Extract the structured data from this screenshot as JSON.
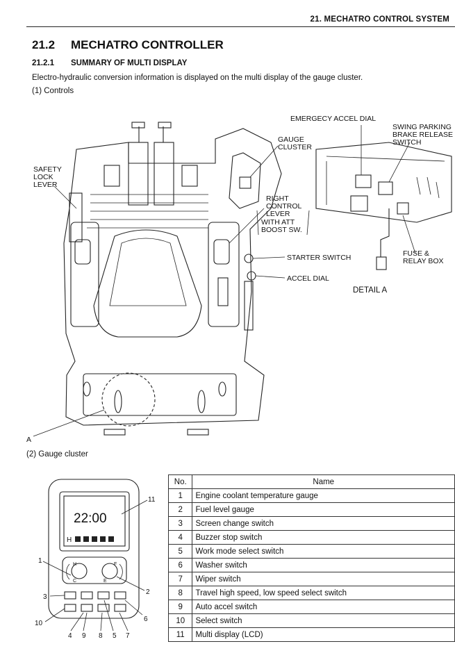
{
  "header": {
    "chapter_title": "21. MECHATRO CONTROL SYSTEM"
  },
  "section": {
    "number": "21.2",
    "title": "MECHATRO CONTROLLER"
  },
  "subsection": {
    "number": "21.2.1",
    "title": "SUMMARY OF MULTI DISPLAY"
  },
  "intro": "Electro-hydraulic conversion information is displayed on the multi display of the gauge cluster.",
  "controls_heading": "(1) Controls",
  "controls_figure": {
    "labels": {
      "emergency_accel_dial": "EMERGECY ACCEL DIAL",
      "swing_parking_1": "SWING PARKING",
      "swing_parking_2": "BRAKE RELEASE",
      "swing_parking_3": "SWITCH",
      "gauge_cluster_1": "GAUGE",
      "gauge_cluster_2": "CLUSTER",
      "safety_1": "SAFETY",
      "safety_2": "LOCK",
      "safety_3": "LEVER",
      "right_1": "RIGHT",
      "right_2": "CONTROL",
      "right_3": "LEVER",
      "right_4": "WITH ATT",
      "right_5": "BOOST SW.",
      "starter_switch": "STARTER SWITCH",
      "accel_dial": "ACCEL DIAL",
      "fuse_1": "FUSE &",
      "fuse_2": "RELAY BOX",
      "detail_a": "DETAIL A",
      "a_marker": "A"
    }
  },
  "gauge_heading": "(2) Gauge cluster",
  "gauge_figure": {
    "lcd_time": "22:00",
    "lcd_mode": "H",
    "gauge_h": "H",
    "gauge_c": "C",
    "gauge_f": "F",
    "gauge_e": "E",
    "callouts": [
      "1",
      "2",
      "3",
      "4",
      "5",
      "6",
      "7",
      "8",
      "9",
      "10",
      "11"
    ]
  },
  "table": {
    "headers": [
      "No.",
      "Name"
    ],
    "rows": [
      {
        "no": "1",
        "name": "Engine coolant temperature gauge"
      },
      {
        "no": "2",
        "name": "Fuel level gauge"
      },
      {
        "no": "3",
        "name": "Screen change switch"
      },
      {
        "no": "4",
        "name": "Buzzer stop switch"
      },
      {
        "no": "5",
        "name": "Work mode select switch"
      },
      {
        "no": "6",
        "name": "Washer switch"
      },
      {
        "no": "7",
        "name": "Wiper switch"
      },
      {
        "no": "8",
        "name": "Travel high speed, low speed select switch"
      },
      {
        "no": "9",
        "name": "Auto accel switch"
      },
      {
        "no": "10",
        "name": "Select switch"
      },
      {
        "no": "11",
        "name": "Multi display (LCD)"
      }
    ]
  }
}
